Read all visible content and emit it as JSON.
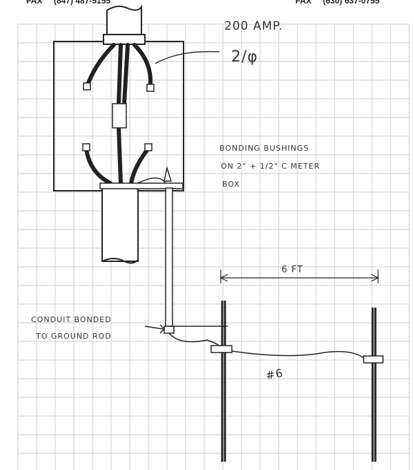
{
  "header": {
    "left_label": "FAX",
    "left_number": "(847) 487-5155",
    "right_label": "FAX",
    "right_number": "(630) 637-0755"
  },
  "annotations": {
    "service": "200 AMP.",
    "phase": "2/φ",
    "bushings_line1": "BONDING BUSHINGS",
    "bushings_line2": "ON 2\" + 1/2\" C METER",
    "bushings_line3": "BOX",
    "distance": "6 FT",
    "conduit_line1": "CONDUIT BONDED",
    "conduit_line2": "TO GROUND ROD",
    "wire": "#6"
  }
}
